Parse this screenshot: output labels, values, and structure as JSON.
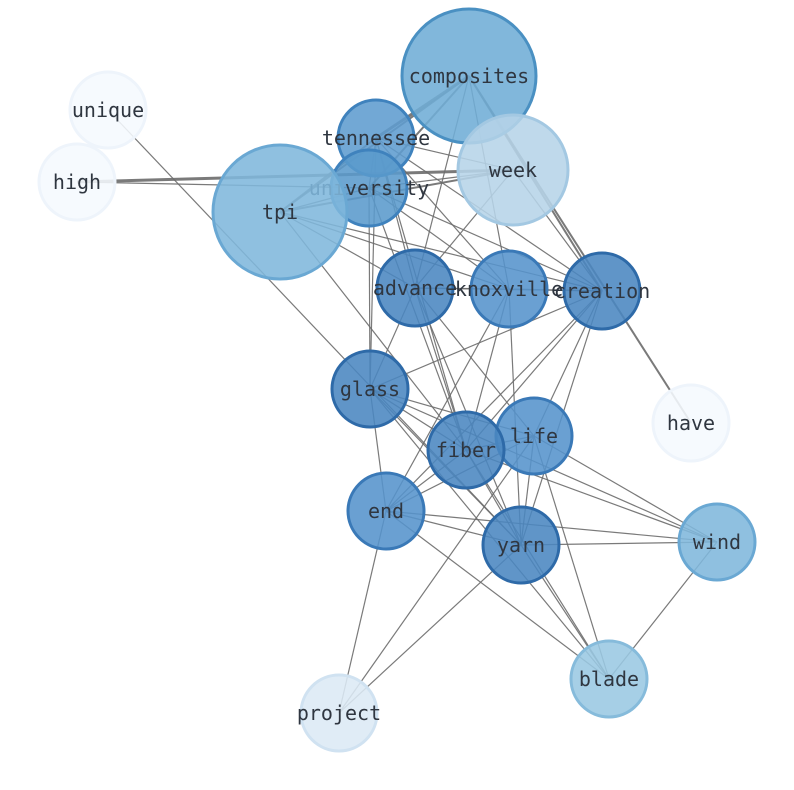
{
  "colors": {
    "edge": "#6b6b6b",
    "background": "#ffffff"
  },
  "nodes": [
    {
      "id": "composites",
      "label": "composites",
      "fill": "#6fadd6",
      "stroke": "#4a90c2"
    },
    {
      "id": "unique",
      "label": "unique",
      "fill": "#f5f9fe",
      "stroke": "#eef4fb"
    },
    {
      "id": "tennessee",
      "label": "tennessee",
      "fill": "#5f9ccf",
      "stroke": "#3f82bd"
    },
    {
      "id": "high",
      "label": "high",
      "fill": "#f5f9fe",
      "stroke": "#eef4fb"
    },
    {
      "id": "week",
      "label": "week",
      "fill": "#b6d4e8",
      "stroke": "#a3c8e2"
    },
    {
      "id": "university",
      "label": "university",
      "fill": "#5a9acc",
      "stroke": "#3f82bd"
    },
    {
      "id": "tpi",
      "label": "tpi",
      "fill": "#7fb7dc",
      "stroke": "#6aa8d3"
    },
    {
      "id": "advance",
      "label": "advance",
      "fill": "#4a86c0",
      "stroke": "#2e6aa8"
    },
    {
      "id": "knoxville",
      "label": "knoxville",
      "fill": "#5593cc",
      "stroke": "#3a79b7"
    },
    {
      "id": "creation",
      "label": "creation",
      "fill": "#4a86c0",
      "stroke": "#2e6aa8"
    },
    {
      "id": "glass",
      "label": "glass",
      "fill": "#4a86c0",
      "stroke": "#2e6aa8"
    },
    {
      "id": "have",
      "label": "have",
      "fill": "#f5f9fe",
      "stroke": "#eef4fb"
    },
    {
      "id": "life",
      "label": "life",
      "fill": "#5593cc",
      "stroke": "#3a79b7"
    },
    {
      "id": "fiber",
      "label": "fiber",
      "fill": "#4a86c0",
      "stroke": "#2e6aa8"
    },
    {
      "id": "end",
      "label": "end",
      "fill": "#5593cc",
      "stroke": "#3a79b7"
    },
    {
      "id": "yarn",
      "label": "yarn",
      "fill": "#4a86c0",
      "stroke": "#2e6aa8"
    },
    {
      "id": "wind",
      "label": "wind",
      "fill": "#7fb7dc",
      "stroke": "#6aa8d3"
    },
    {
      "id": "blade",
      "label": "blade",
      "fill": "#9ac8e3",
      "stroke": "#86bbdb"
    },
    {
      "id": "project",
      "label": "project",
      "fill": "#dce9f5",
      "stroke": "#d0e2f1"
    }
  ],
  "edges": [
    [
      "composites",
      "tennessee",
      3
    ],
    [
      "composites",
      "tpi",
      2
    ],
    [
      "composites",
      "university",
      2
    ],
    [
      "composites",
      "creation",
      2
    ],
    [
      "composites",
      "have",
      2
    ],
    [
      "composites",
      "advance",
      1
    ],
    [
      "composites",
      "knoxville",
      1
    ],
    [
      "high",
      "week",
      3
    ],
    [
      "high",
      "university",
      1
    ],
    [
      "tpi",
      "week",
      2
    ],
    [
      "tpi",
      "tennessee",
      2
    ],
    [
      "tpi",
      "university",
      1
    ],
    [
      "tpi",
      "knoxville",
      1
    ],
    [
      "tpi",
      "creation",
      1
    ],
    [
      "tpi",
      "advance",
      1
    ],
    [
      "tpi",
      "fiber",
      1
    ],
    [
      "tennessee",
      "knoxville",
      1
    ],
    [
      "tennessee",
      "creation",
      1
    ],
    [
      "tennessee",
      "advance",
      1
    ],
    [
      "tennessee",
      "glass",
      1
    ],
    [
      "tennessee",
      "fiber",
      1
    ],
    [
      "tennessee",
      "university",
      1
    ],
    [
      "week",
      "tennessee",
      1
    ],
    [
      "week",
      "university",
      1
    ],
    [
      "week",
      "advance",
      1
    ],
    [
      "week",
      "creation",
      1
    ],
    [
      "university",
      "knoxville",
      1
    ],
    [
      "university",
      "glass",
      1
    ],
    [
      "university",
      "fiber",
      1
    ],
    [
      "university",
      "creation",
      1
    ],
    [
      "unique",
      "yarn",
      1
    ],
    [
      "advance",
      "knoxville",
      1
    ],
    [
      "advance",
      "creation",
      1
    ],
    [
      "advance",
      "glass",
      1
    ],
    [
      "advance",
      "fiber",
      1
    ],
    [
      "advance",
      "yarn",
      1
    ],
    [
      "advance",
      "life",
      1
    ],
    [
      "knoxville",
      "creation",
      1
    ],
    [
      "knoxville",
      "fiber",
      1
    ],
    [
      "knoxville",
      "yarn",
      1
    ],
    [
      "knoxville",
      "end",
      1
    ],
    [
      "creation",
      "glass",
      1
    ],
    [
      "creation",
      "fiber",
      1
    ],
    [
      "creation",
      "life",
      1
    ],
    [
      "creation",
      "yarn",
      1
    ],
    [
      "creation",
      "end",
      1
    ],
    [
      "glass",
      "fiber",
      1
    ],
    [
      "glass",
      "life",
      1
    ],
    [
      "glass",
      "yarn",
      1
    ],
    [
      "glass",
      "wind",
      1
    ],
    [
      "glass",
      "blade",
      1
    ],
    [
      "glass",
      "end",
      1
    ],
    [
      "life",
      "fiber",
      1
    ],
    [
      "life",
      "yarn",
      1
    ],
    [
      "life",
      "end",
      1
    ],
    [
      "life",
      "wind",
      1
    ],
    [
      "life",
      "blade",
      1
    ],
    [
      "life",
      "project",
      1
    ],
    [
      "fiber",
      "end",
      1
    ],
    [
      "fiber",
      "yarn",
      1
    ],
    [
      "fiber",
      "wind",
      1
    ],
    [
      "fiber",
      "blade",
      1
    ],
    [
      "end",
      "yarn",
      1
    ],
    [
      "end",
      "wind",
      1
    ],
    [
      "end",
      "blade",
      1
    ],
    [
      "end",
      "project",
      1
    ],
    [
      "yarn",
      "wind",
      1
    ],
    [
      "yarn",
      "blade",
      1
    ],
    [
      "yarn",
      "project",
      1
    ],
    [
      "wind",
      "blade",
      1
    ]
  ]
}
